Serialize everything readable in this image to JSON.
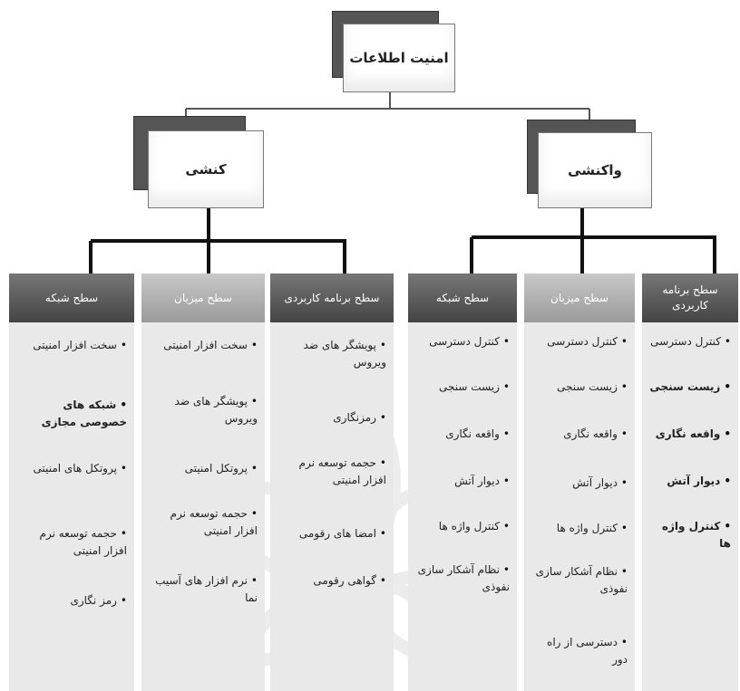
{
  "root": {
    "label": "امنیت اطلاعات"
  },
  "branches": [
    {
      "label": "کنشی"
    },
    {
      "label": "واکنشی"
    }
  ],
  "columns": [
    {
      "header": "سطح شبکه",
      "header_style": "dark",
      "items": [
        "سخت افزار امنیتی",
        "شبکه های خصوصی مجازی",
        "پروتکل های امنیتی",
        "حجمه توسعه نرم افزار امنیتی",
        "رمز نگاری"
      ]
    },
    {
      "header": "سطح میزبان",
      "header_style": "light",
      "items": [
        "سخت افزار امنیتی",
        "پویشگر های ضد ویروس",
        "پروتکل امنیتی",
        "حجمه توسعه نرم افزار امنیتی",
        "نرم افزار های آسیب نما"
      ]
    },
    {
      "header": "سطح برنامه کاربردی",
      "header_style": "dark",
      "items": [
        "پویشگر های ضد ویروس",
        "رمزنگاری",
        "حجمه توسعه نرم افزار امنیتی",
        "امضا های رقومی",
        "گواهی رقومی"
      ]
    },
    {
      "header": "سطح شبکه",
      "header_style": "dark",
      "items": [
        "کنترل دسترسی",
        "زیست سنجی",
        "واقعه نگاری",
        "دیوار آتش",
        "کنترل واژه ها",
        "نظام آشکار سازی نفوذی"
      ]
    },
    {
      "header": "سطح میزبان",
      "header_style": "light",
      "items": [
        "کنترل دسترسی",
        "زیست سنجی",
        "واقعه نگاری",
        "دیوار آتش",
        "کنترل واژه ها",
        "نظام آشکار سازی نفوذی",
        "دسترسی از راه دور"
      ]
    },
    {
      "header": "سطح برنامه کاربردی",
      "header_style": "dark",
      "items": [
        "کنترل دسترسی",
        "زیست سنجی",
        "واقعه نگاری",
        "دیوار آتش",
        "کنترل واژه ها"
      ]
    }
  ]
}
